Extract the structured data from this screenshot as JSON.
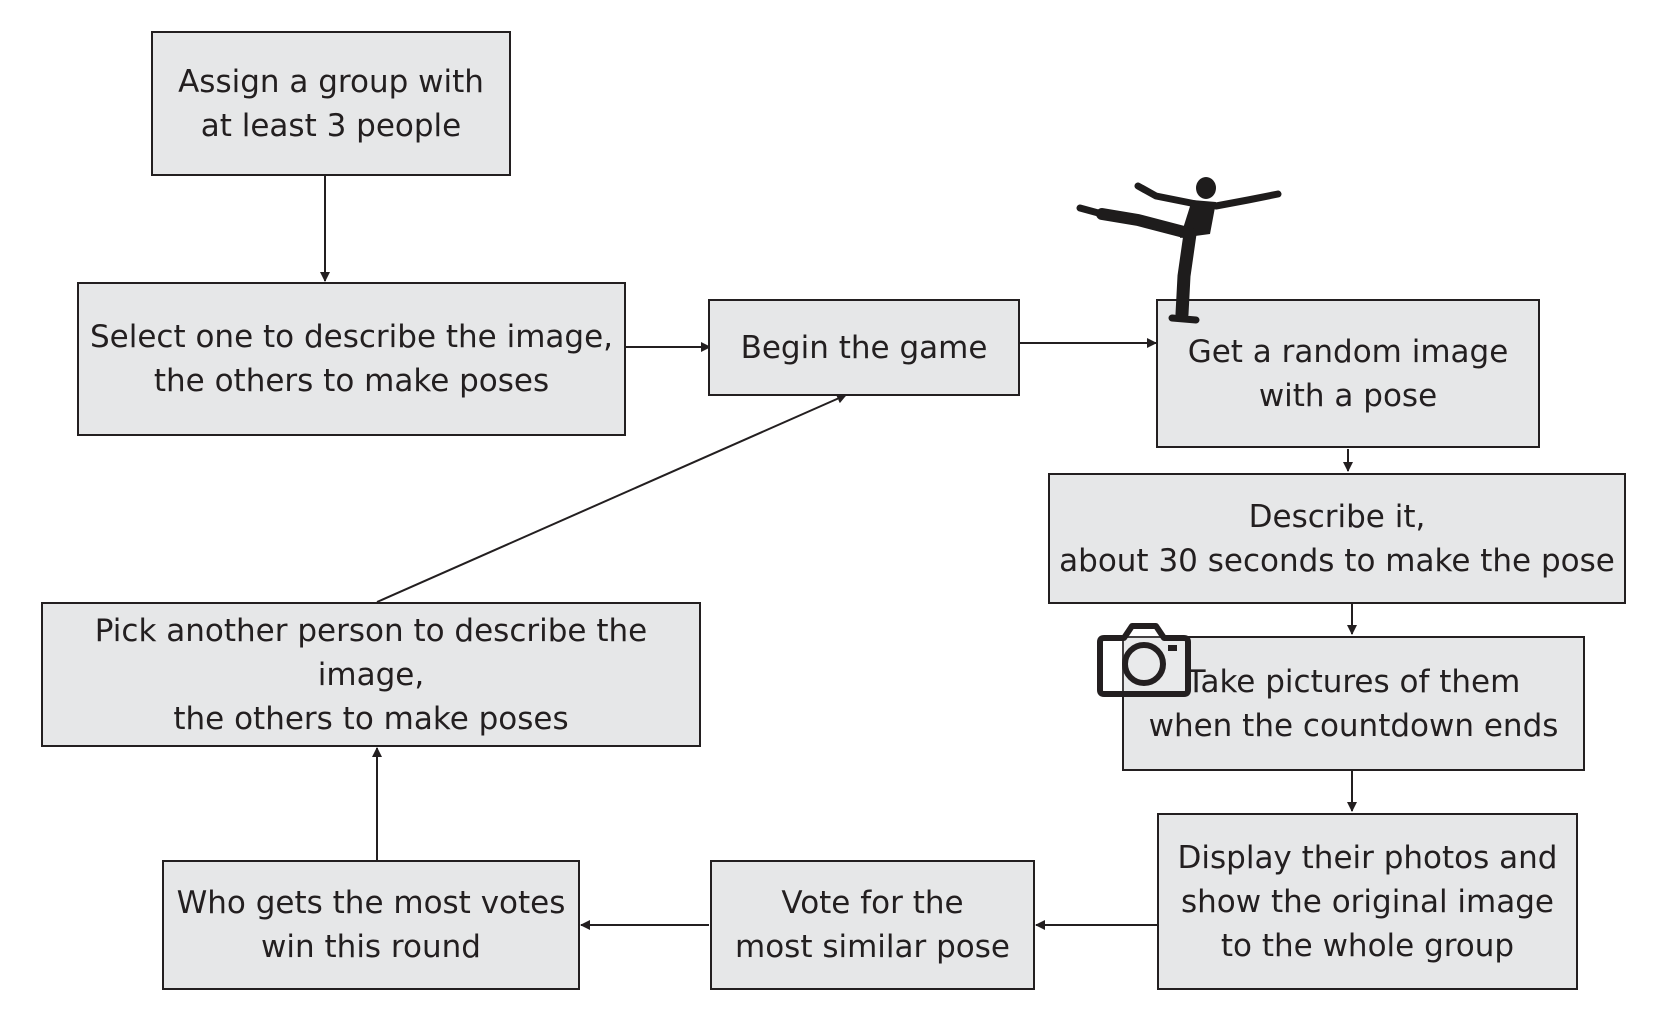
{
  "nodes": {
    "assign_group": "Assign a group with\nat least 3 people",
    "select_roles": "Select one to describe the image,\nthe others to make poses",
    "begin_game": "Begin the game",
    "get_image": "Get a random image\nwith a pose",
    "describe": "Describe it,\nabout 30 seconds to make the pose",
    "take_pictures": "Take pictures of them\nwhen the countdown ends",
    "display_photos": "Display their photos and\nshow the original image\nto the whole group",
    "vote": "Vote for the\nmost similar pose",
    "winner": "Who gets the most votes\nwin this round",
    "pick_another": "Pick another person to describe the image,\nthe others to make poses"
  },
  "icons": {
    "camera": "camera-icon",
    "pose_figure": "dancing-figure-illustration"
  },
  "colors": {
    "box_fill": "#e6e7e8",
    "stroke": "#231f20"
  }
}
